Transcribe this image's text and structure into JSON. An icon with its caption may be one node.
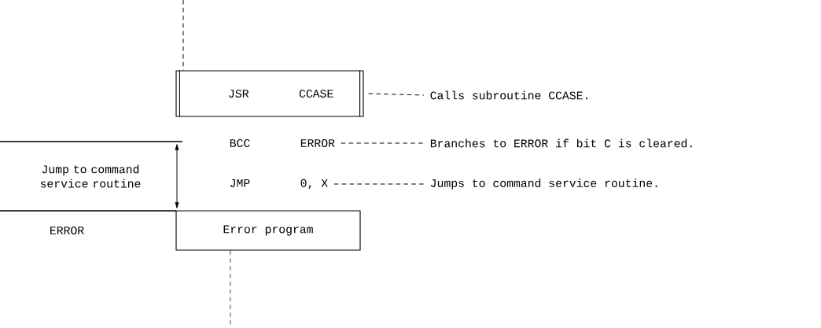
{
  "diagram": {
    "nodes": [
      {
        "text": [
          "JSR",
          "CCASE"
        ]
      },
      {
        "text": [
          "Calls subroutine CCASE."
        ]
      },
      {
        "text": [
          "BCC",
          "ERROR"
        ]
      },
      {
        "text": [
          "Branches to ERROR if bit C is cleared."
        ]
      },
      {
        "text": [
          "JMP",
          "0, X"
        ]
      },
      {
        "text": [
          "Jumps to command service routine."
        ]
      },
      {
        "text": [
          "Error program"
        ]
      }
    ],
    "edges": [
      {
        "from": null,
        "to": 0,
        "arrow": "none",
        "style": "dashed"
      },
      {
        "from": 0,
        "to": 1,
        "arrow": "none",
        "style": "dashed"
      },
      {
        "from": 2,
        "to": 3,
        "arrow": "none",
        "style": "dashed"
      },
      {
        "from": 4,
        "to": 5,
        "arrow": "none",
        "style": "dashed"
      },
      {
        "from": 6,
        "to": null,
        "arrow": "none",
        "style": "dashed"
      }
    ],
    "labels": [
      "Jump to command service routine",
      "ERROR"
    ]
  }
}
